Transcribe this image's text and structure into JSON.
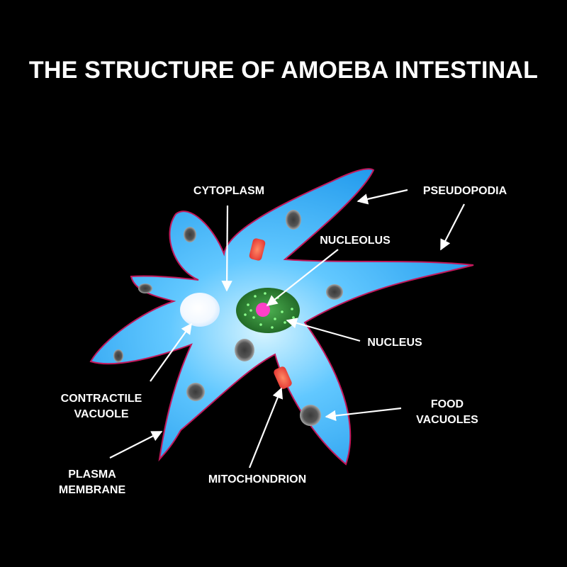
{
  "title": "THE STRUCTURE OF AMOEBA INTESTINAL",
  "colors": {
    "background": "#000000",
    "cell_body": "#1ea0ef",
    "membrane": "#c2185b",
    "nucleus": "#2e7d32",
    "nucleolus": "#ff40c8",
    "mitochondrion": "#ff3b30",
    "label_text": "#ffffff"
  },
  "labels": {
    "cytoplasm": "CYTOPLASM",
    "pseudopodia": "PSEUDOPODIA",
    "nucleolus": "NUCLEOLUS",
    "nucleus": "NUCLEUS",
    "contractile_vacuole": [
      "CONTRACTILE",
      "VACUOLE"
    ],
    "food_vacuoles": [
      "FOOD",
      "VACUOLES"
    ],
    "plasma_membrane": [
      "PLASMA",
      "MEMBRANE"
    ],
    "mitochondrion": "MITOCHONDRION"
  }
}
